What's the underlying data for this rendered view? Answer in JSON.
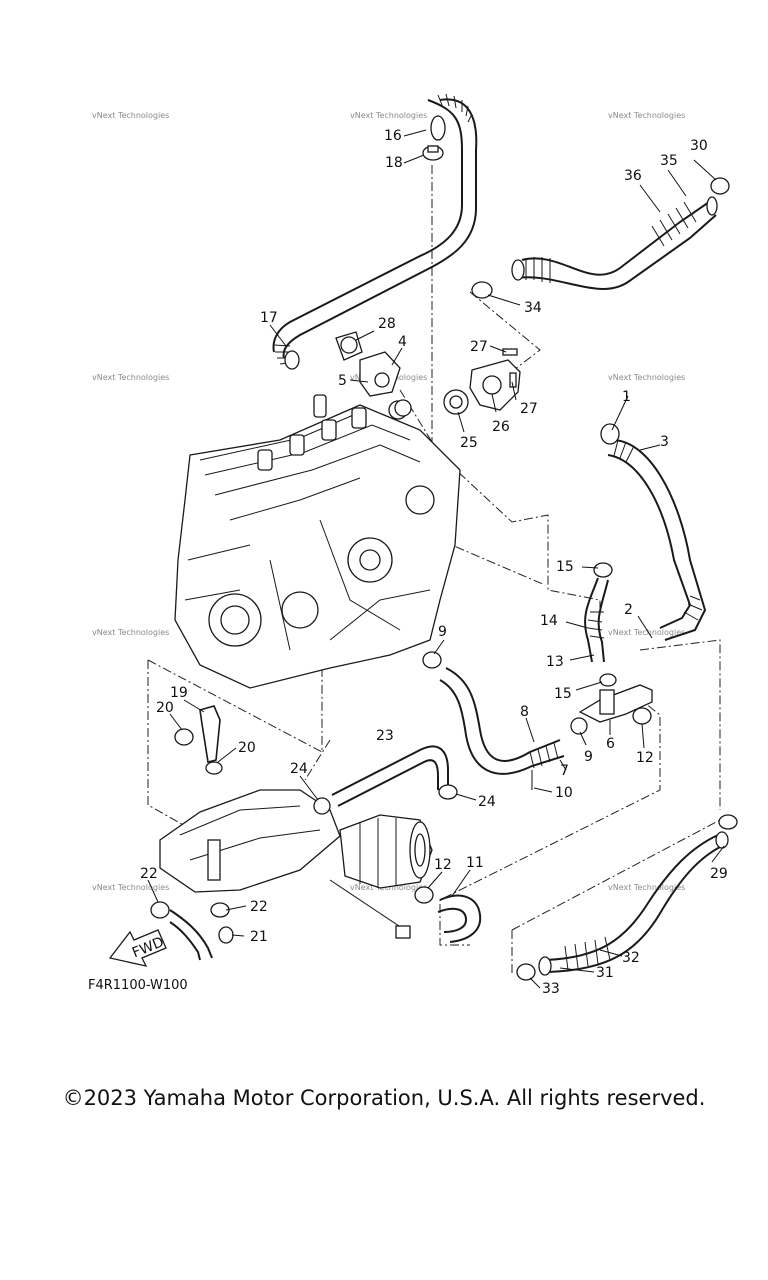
{
  "diagram": {
    "drawing_code": "F4R1100-W100",
    "fwd_label": "FWD",
    "watermark": "vNext Technologies",
    "callouts": [
      "1",
      "2",
      "3",
      "4",
      "5",
      "6",
      "7",
      "8",
      "9",
      "10",
      "11",
      "12",
      "13",
      "14",
      "15",
      "16",
      "17",
      "18",
      "19",
      "20",
      "21",
      "22",
      "23",
      "24",
      "25",
      "26",
      "27",
      "28",
      "29",
      "30",
      "31",
      "32",
      "33",
      "34",
      "35",
      "36"
    ]
  },
  "footer": {
    "copyright": "©2023 Yamaha Motor Corporation, U.S.A. All rights reserved."
  }
}
